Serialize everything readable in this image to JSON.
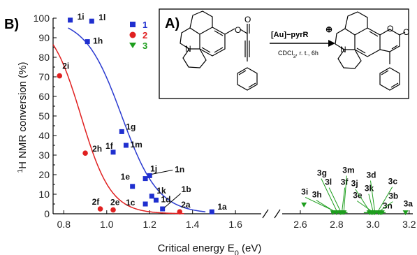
{
  "chart_data": {
    "type": "scatter",
    "panel_label": "B)",
    "inset_label": "A)",
    "xlabel": "Critical energy E",
    "xlabel_sub": "0",
    "xlabel_unit": " (eV)",
    "ylabel_sup": "1",
    "ylabel": "H NMR conversion (%)",
    "ylim": [
      0,
      100
    ],
    "x_segments": [
      [
        0.75,
        1.72
      ],
      [
        2.5,
        3.22
      ]
    ],
    "xticks_left": [
      "0.8",
      "1.0",
      "1.2",
      "1.4",
      "1.6"
    ],
    "xticks_right": [
      "2.6",
      "2.8",
      "3.0",
      "3.2"
    ],
    "yticks": [
      "0",
      "10",
      "20",
      "30",
      "40",
      "50",
      "60",
      "70",
      "80",
      "90",
      "100"
    ],
    "legend": [
      {
        "name": "1",
        "color": "#1f2fcf",
        "marker": "square"
      },
      {
        "name": "2",
        "color": "#e02020",
        "marker": "circle"
      },
      {
        "name": "3",
        "color": "#1e9e1e",
        "marker": "triangle"
      }
    ],
    "series": [
      {
        "name": "1",
        "points": [
          {
            "label": "1i",
            "x": 0.83,
            "y": 99
          },
          {
            "label": "1l",
            "x": 0.93,
            "y": 98.5
          },
          {
            "label": "1h",
            "x": 0.91,
            "y": 88
          },
          {
            "label": "1g",
            "x": 1.07,
            "y": 42
          },
          {
            "label": "1f",
            "x": 1.03,
            "y": 31.5
          },
          {
            "label": "1m",
            "x": 1.09,
            "y": 35
          },
          {
            "label": "1j",
            "x": 1.18,
            "y": 18
          },
          {
            "label": "1n",
            "x": 1.2,
            "y": 19.5
          },
          {
            "label": "1e",
            "x": 1.12,
            "y": 14
          },
          {
            "label": "1k",
            "x": 1.21,
            "y": 9
          },
          {
            "label": "1d",
            "x": 1.23,
            "y": 7
          },
          {
            "label": "1c",
            "x": 1.18,
            "y": 5
          },
          {
            "label": "1b",
            "x": 1.26,
            "y": 2.5
          },
          {
            "label": "1a",
            "x": 1.49,
            "y": 1
          }
        ]
      },
      {
        "name": "2",
        "points": [
          {
            "label": "2i",
            "x": 0.78,
            "y": 70.5
          },
          {
            "label": "2h",
            "x": 0.9,
            "y": 31
          },
          {
            "label": "2f",
            "x": 0.97,
            "y": 2.5
          },
          {
            "label": "2e",
            "x": 1.03,
            "y": 2
          },
          {
            "label": "2a",
            "x": 1.34,
            "y": 1
          }
        ]
      },
      {
        "name": "3",
        "points": [
          {
            "label": "3i",
            "x": 2.62,
            "y": 4.5
          },
          {
            "label": "3h",
            "x": 2.78,
            "y": 0.5
          },
          {
            "label": "3g",
            "x": 2.8,
            "y": 0.5
          },
          {
            "label": "3l",
            "x": 2.82,
            "y": 0.5
          },
          {
            "label": "3f",
            "x": 2.83,
            "y": 0.5
          },
          {
            "label": "3m",
            "x": 2.84,
            "y": 0.5
          },
          {
            "label": "3j",
            "x": 2.98,
            "y": 0.5
          },
          {
            "label": "3e",
            "x": 2.99,
            "y": 0.5
          },
          {
            "label": "3k",
            "x": 3.0,
            "y": 0.5
          },
          {
            "label": "3d",
            "x": 3.01,
            "y": 0.5
          },
          {
            "label": "3c",
            "x": 3.03,
            "y": 0.5
          },
          {
            "label": "3b",
            "x": 3.04,
            "y": 0.5
          },
          {
            "label": "3n",
            "x": 3.05,
            "y": 0.5
          },
          {
            "label": "3a",
            "x": 3.18,
            "y": 0.5
          }
        ]
      }
    ],
    "fit_curves": [
      {
        "series": "1",
        "color": "#2a3ad0",
        "x0": 1.07,
        "width": 0.085
      },
      {
        "series": "2",
        "color": "#e02020",
        "x0": 0.88,
        "width": 0.07
      }
    ],
    "inset": {
      "reagent": "[Au]−pyrR",
      "charge": "⊕",
      "conditions": "CDCl",
      "conditions_sub": "3",
      "conditions_rest": ", r. t., 6h"
    }
  }
}
